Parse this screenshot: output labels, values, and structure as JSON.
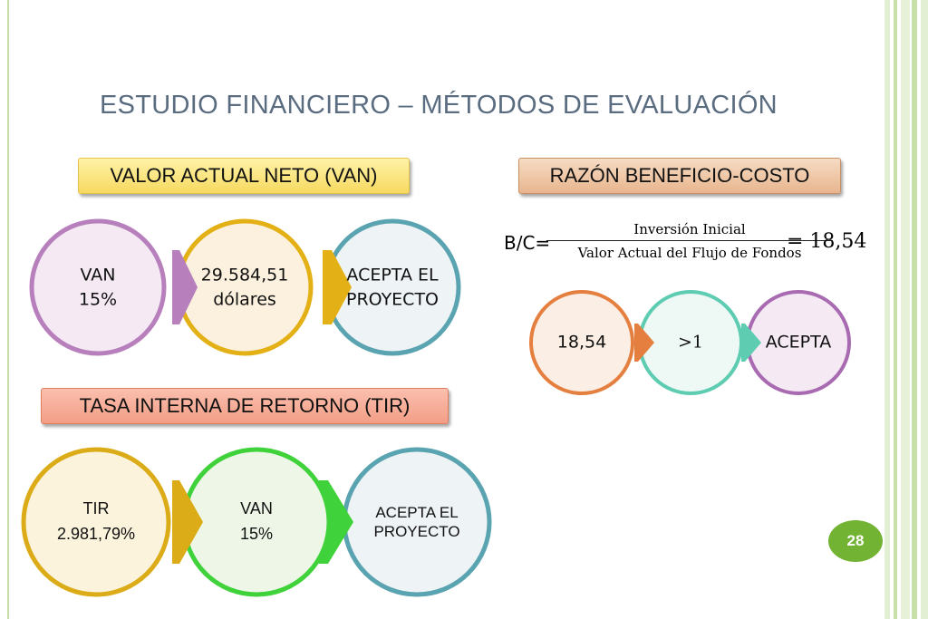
{
  "slide": {
    "title": "ESTUDIO FINANCIERO – MÉTODOS DE EVALUACIÓN",
    "page_number": "28"
  },
  "van_section": {
    "label": "VALOR ACTUAL NETO (VAN)",
    "circle1": {
      "line1": "VAN",
      "line2": "15%"
    },
    "circle2": {
      "line1": "29.584,51",
      "line2": "dólares"
    },
    "circle3": {
      "line1": "ACEPTA EL",
      "line2": "PROYECTO"
    }
  },
  "bc_section": {
    "label": "RAZÓN BENEFICIO-COSTO",
    "formula": {
      "lhs": "B/C=",
      "numerator": "Inversión Inicial",
      "denominator": "Valor Actual del Flujo de Fondos",
      "result": "= 18,54"
    },
    "circle1": {
      "text": "18,54"
    },
    "circle2": {
      "text": ">1"
    },
    "circle3": {
      "text": "ACEPTA"
    }
  },
  "tir_section": {
    "label": "TASA INTERNA DE RETORNO (TIR)",
    "circle1": {
      "line1": "TIR",
      "line2": "2.981,79%"
    },
    "circle2": {
      "line1": "VAN",
      "line2": "15%"
    },
    "circle3": {
      "line1": "ACEPTA EL",
      "line2": "PROYECTO"
    }
  },
  "colors": {
    "van_circle1": "#b77fbc",
    "van_circle2": "#e3b015",
    "van_circle3": "#5aa3b1",
    "bc_circle1": "#e57f3f",
    "bc_circle2": "#5dccb1",
    "bc_circle3": "#a86ab0",
    "tir_circle1": "#dbac17",
    "tir_circle2": "#3fd23a",
    "tir_circle3": "#5aa3b1",
    "page_badge": "#72b334"
  }
}
